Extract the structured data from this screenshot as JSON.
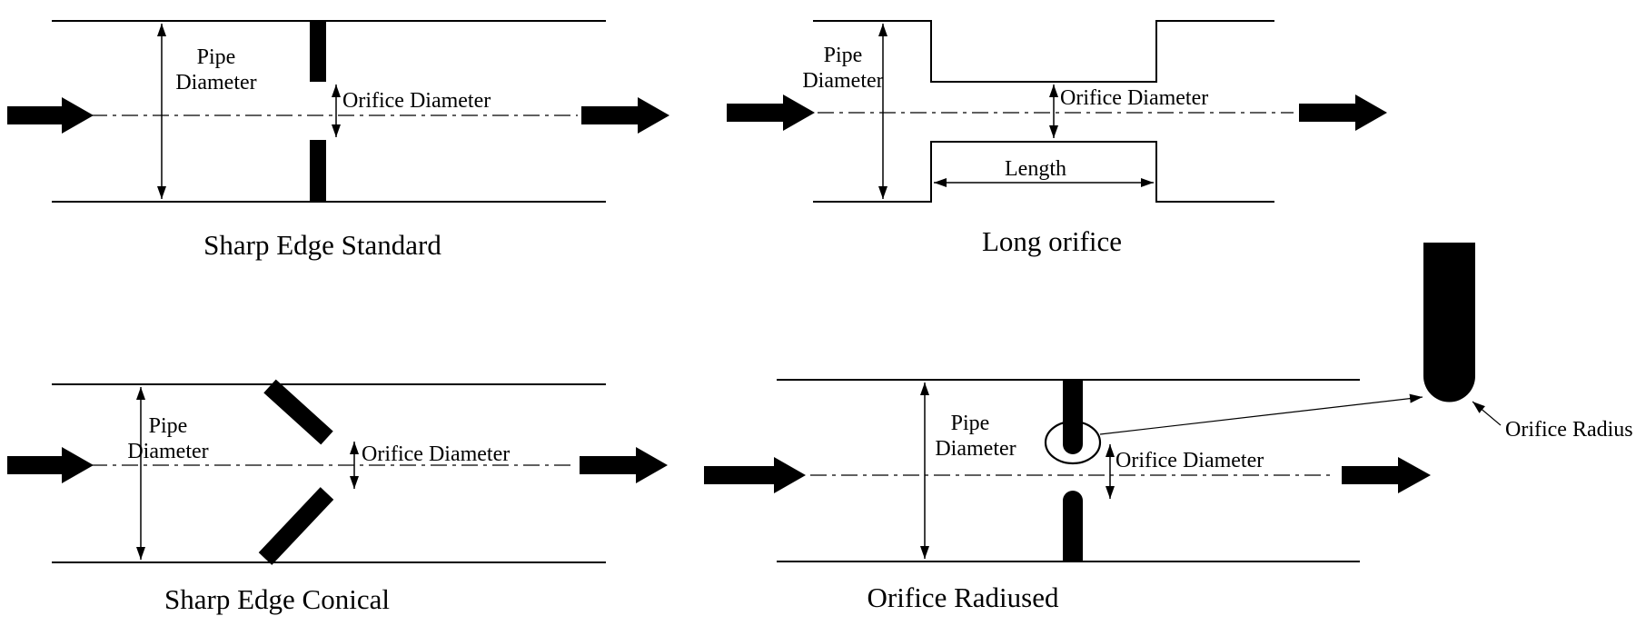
{
  "figure": {
    "background": "#ffffff",
    "ink": "#000000"
  },
  "diagrams": [
    {
      "id": "sharp-edge-standard",
      "title": "Sharp Edge Standard",
      "labels": {
        "pipe_diameter_line1": "Pipe",
        "pipe_diameter_line2": "Diameter",
        "orifice_diameter": "Orifice Diameter"
      }
    },
    {
      "id": "long-orifice",
      "title": "Long orifice",
      "labels": {
        "pipe_diameter_line1": "Pipe",
        "pipe_diameter_line2": "Diameter",
        "orifice_diameter": "Orifice Diameter",
        "length": "Length"
      }
    },
    {
      "id": "sharp-edge-conical",
      "title": "Sharp Edge Conical",
      "labels": {
        "pipe_diameter_line1": "Pipe",
        "pipe_diameter_line2": "Diameter",
        "orifice_diameter": "Orifice Diameter"
      }
    },
    {
      "id": "orifice-radiused",
      "title": "Orifice Radiused",
      "labels": {
        "pipe_diameter_line1": "Pipe",
        "pipe_diameter_line2": "Diameter",
        "orifice_diameter": "Orifice Diameter",
        "orifice_radius": "Orifice Radius"
      }
    }
  ]
}
